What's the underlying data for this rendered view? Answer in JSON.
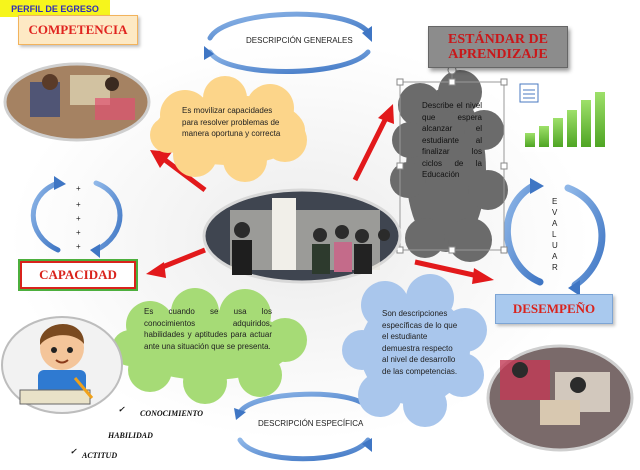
{
  "nodes": {
    "competencia": "COMPETENCIA",
    "estandar": "ESTÁNDAR DE APRENDIZAJE",
    "capacidad": "CAPACIDAD",
    "desempeno": "DESEMPEÑO",
    "perfil": "PERFIL DE EGRESO"
  },
  "cycle_labels": {
    "generales": "DESCRIPCIÓN GENERALES",
    "especifica": "DESCRIPCIÓN ESPECÍFICA"
  },
  "clouds": {
    "competencia_text": "Es movilizar capacidades para resolver problemas de manera oportuna y correcta",
    "estandar_text": "Describe el nivel que espera alcanzar el estudiante al finalizar los ciclos de la Educación",
    "capacidad_text": "Es cuando se usa los conocimientos adquiridos, habilidades y aptitudes para actuar ante una situación que se presenta.",
    "desempeno_text": "Son descripciones específicas de lo que el estudiante demuestra respecto al nivel de desarrollo de las competencias."
  },
  "evaluar_letters": [
    "E",
    "V",
    "A",
    "L",
    "U",
    "A",
    "R"
  ],
  "plus_signs": [
    "+",
    "+",
    "+",
    "+",
    "+"
  ],
  "checklist": [
    {
      "mark": "✓",
      "text": "CONOCIMIENTO"
    },
    {
      "mark": "",
      "text": "HABILIDAD"
    },
    {
      "mark": "✓",
      "text": "ACTITUD"
    }
  ],
  "colors": {
    "arrow_red": "#e2191b",
    "cycle_blue": "#5b8fd1",
    "cloud_orange": "#fcd58a",
    "cloud_gray": "#6b6b6b",
    "cloud_green": "#a6db76",
    "cloud_blue": "#a9c6ec",
    "perfil_yellow": "#f6f51c"
  }
}
